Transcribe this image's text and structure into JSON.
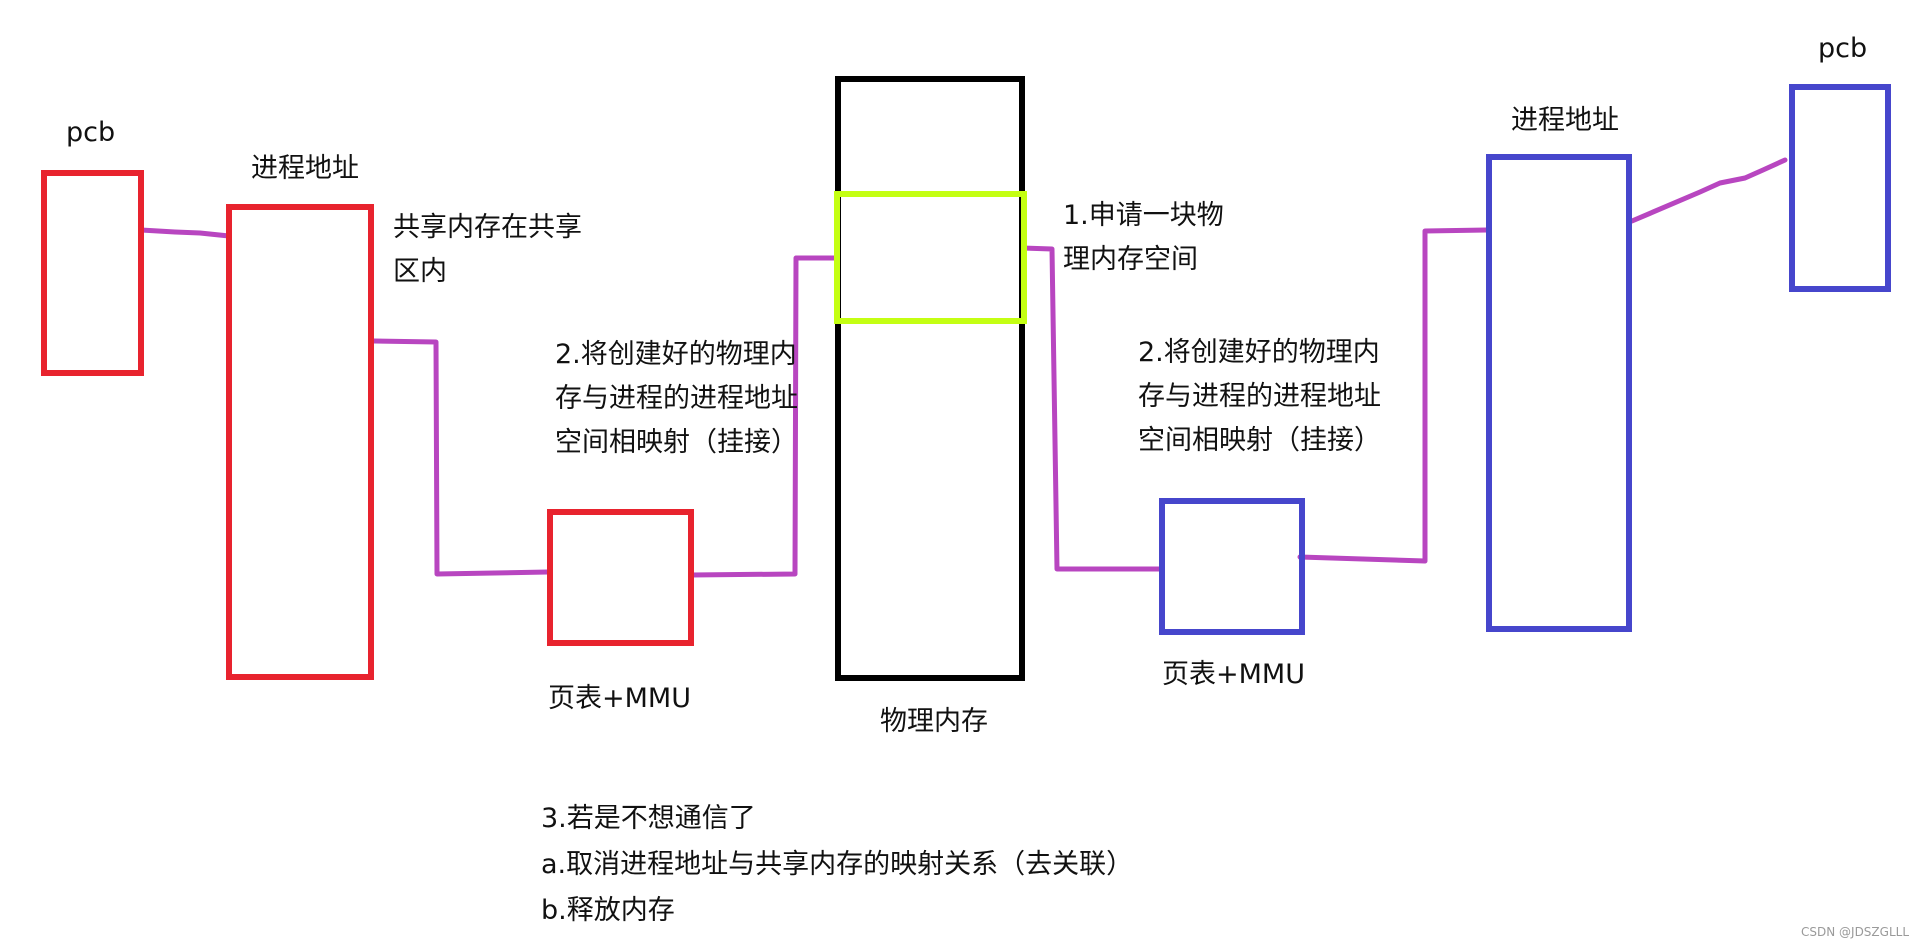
{
  "colors": {
    "left_process": "#e8232e",
    "right_process": "#4646cc",
    "physical_memory": "#000000",
    "shared_region": "#c4ff13",
    "connector": "#b846c0",
    "text": "#111111"
  },
  "left": {
    "pcb_label": "pcb",
    "addr_label": "进程地址",
    "pagetable_label": "页表+MMU",
    "shared_note": [
      "共享内存在共享",
      "区内"
    ],
    "mapping_note": [
      "2.将创建好的物理内",
      "存与进程的进程地址",
      "空间相映射（挂接）"
    ]
  },
  "center": {
    "memory_label": "物理内存",
    "alloc_note": [
      "1.申请一块物",
      "理内存空间"
    ]
  },
  "right": {
    "pcb_label": "pcb",
    "addr_label": "进程地址",
    "pagetable_label": "页表+MMU",
    "mapping_note": [
      "2.将创建好的物理内",
      "存与进程的进程地址",
      "空间相映射（挂接）"
    ]
  },
  "bottom_note": [
    "3.若是不想通信了",
    "a.取消进程地址与共享内存的映射关系（去关联）",
    "b.释放内存"
  ],
  "watermark": "CSDN @JDSZGLLL"
}
